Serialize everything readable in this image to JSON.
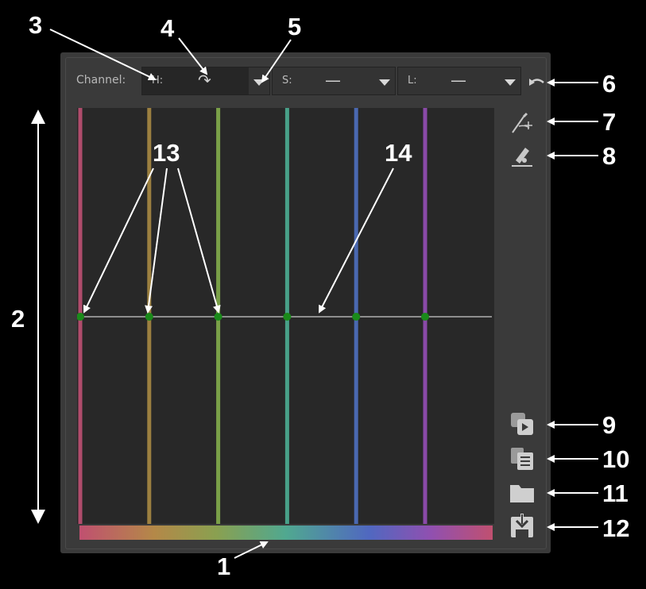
{
  "editor": {
    "channel_label": "Channel:",
    "combos": {
      "h": {
        "label": "H:",
        "value": "↷"
      },
      "s": {
        "label": "S:",
        "value": "—"
      },
      "l": {
        "label": "L:",
        "value": "—"
      }
    },
    "reset_icon": "undo-icon",
    "tools": [
      "add-point-picker-icon",
      "pencil-edit-icon",
      "copy-to-clipboard-icon",
      "paste-icon",
      "open-folder-icon",
      "save-icon"
    ]
  },
  "curve": {
    "control_points": 6,
    "guide_colors": [
      "#b04c6c",
      "#9c8040",
      "#7aa048",
      "#48a088",
      "#4a68b0",
      "#8a4aa8"
    ],
    "point_color": "#1a8a1a",
    "line_color": "#b0b0b0"
  },
  "annotations": [
    "1",
    "2",
    "3",
    "4",
    "5",
    "6",
    "7",
    "8",
    "9",
    "10",
    "11",
    "12",
    "13",
    "14"
  ]
}
